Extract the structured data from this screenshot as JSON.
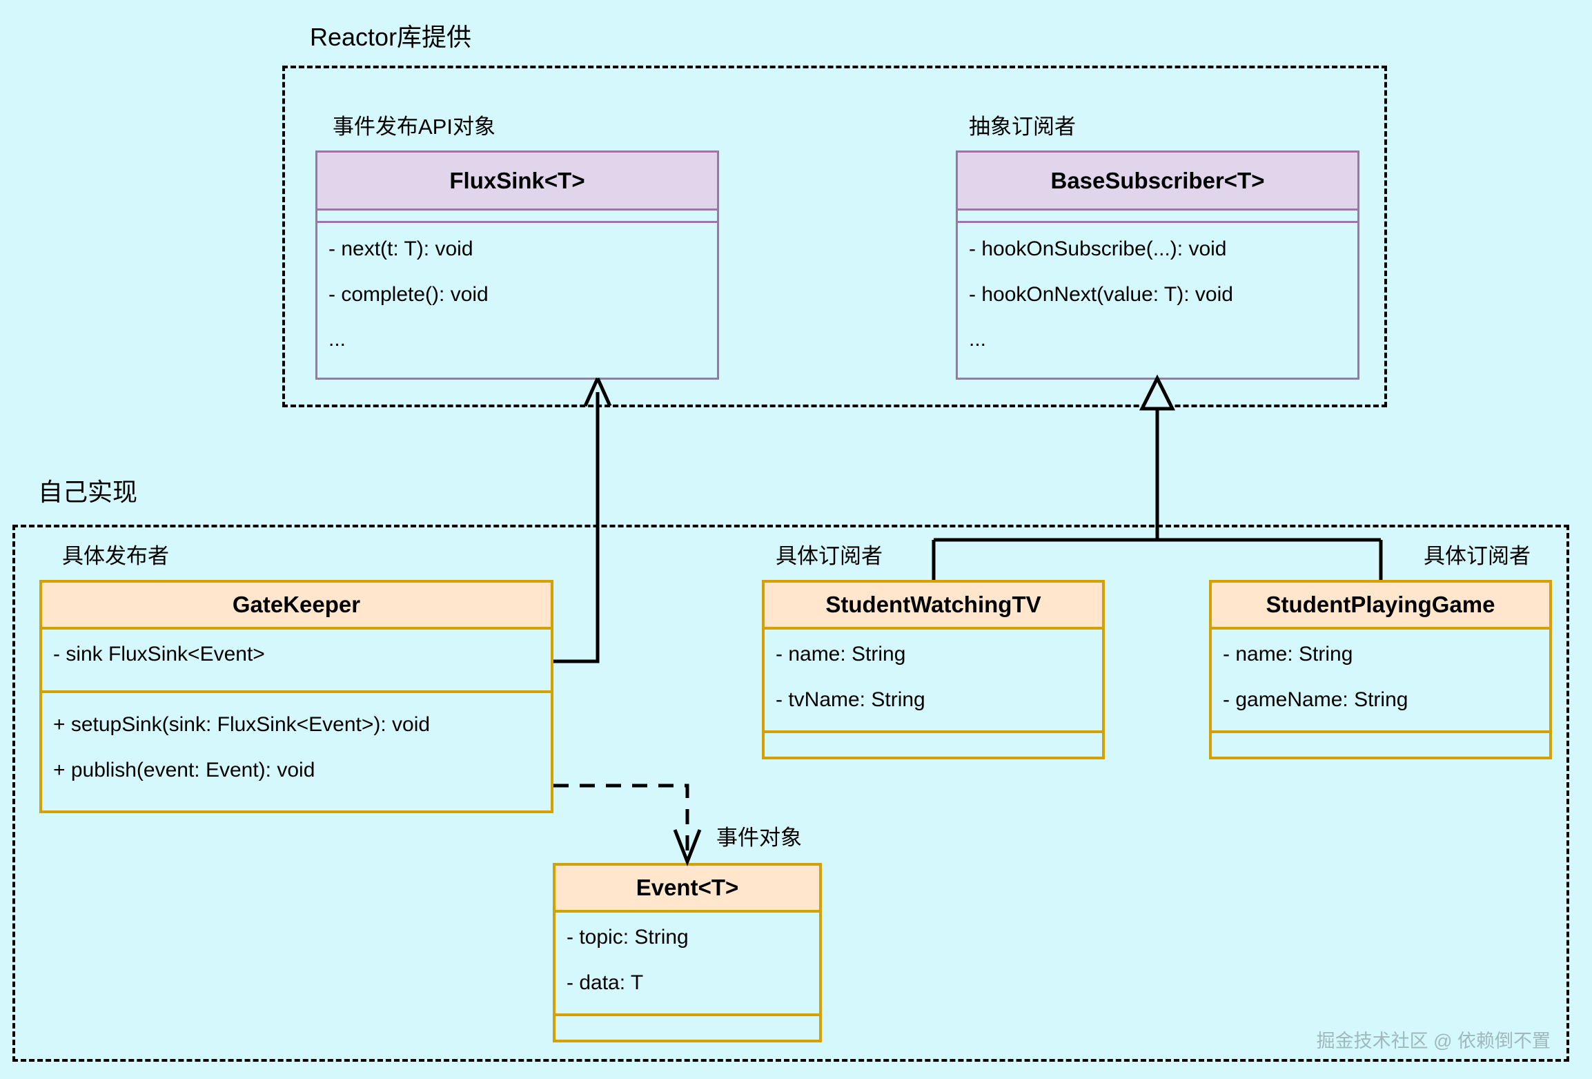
{
  "diagram": {
    "title_top": "Reactor库提供",
    "title_bottom": "自己实现",
    "watermark": "掘金技术社区 @ 依赖倒不置",
    "colors": {
      "background": "#d4f8fc",
      "library_header": "#e1d5ec",
      "library_border": "#9a76ad",
      "impl_header": "#ffe6cc",
      "impl_border": "#d6a100",
      "connector": "#000000"
    }
  },
  "classes": {
    "fluxsink": {
      "caption": "事件发布API对象",
      "name": "FluxSink<T>",
      "members": [
        "- next(t: T): void",
        "- complete(): void",
        "..."
      ]
    },
    "basesubscriber": {
      "caption": "抽象订阅者",
      "name": "BaseSubscriber<T>",
      "members": [
        "- hookOnSubscribe(...): void",
        "- hookOnNext(value: T): void",
        "..."
      ]
    },
    "gatekeeper": {
      "caption": "具体发布者",
      "name": "GateKeeper",
      "fields": [
        "- sink FluxSink<Event>"
      ],
      "methods": [
        "+ setupSink(sink: FluxSink<Event>): void",
        "+ publish(event: Event): void"
      ]
    },
    "studentwatchingtv": {
      "caption": "具体订阅者",
      "name": "StudentWatchingTV",
      "fields": [
        "- name: String",
        "- tvName: String"
      ]
    },
    "studentplayinggame": {
      "caption": "具体订阅者",
      "name": "StudentPlayingGame",
      "fields": [
        "- name: String",
        "- gameName: String"
      ]
    },
    "event": {
      "caption": "事件对象",
      "name": "Event<T>",
      "fields": [
        "- topic: String",
        "- data: T"
      ]
    }
  },
  "relations": [
    {
      "from": "GateKeeper",
      "to": "FluxSink<T>",
      "type": "association",
      "style": "solid",
      "arrow": "open"
    },
    {
      "from": "StudentWatchingTV",
      "to": "BaseSubscriber<T>",
      "type": "generalization",
      "style": "solid",
      "arrow": "hollow-triangle"
    },
    {
      "from": "StudentPlayingGame",
      "to": "BaseSubscriber<T>",
      "type": "generalization",
      "style": "solid",
      "arrow": "hollow-triangle"
    },
    {
      "from": "GateKeeper",
      "to": "Event<T>",
      "type": "dependency",
      "style": "dashed",
      "arrow": "open-v"
    }
  ]
}
